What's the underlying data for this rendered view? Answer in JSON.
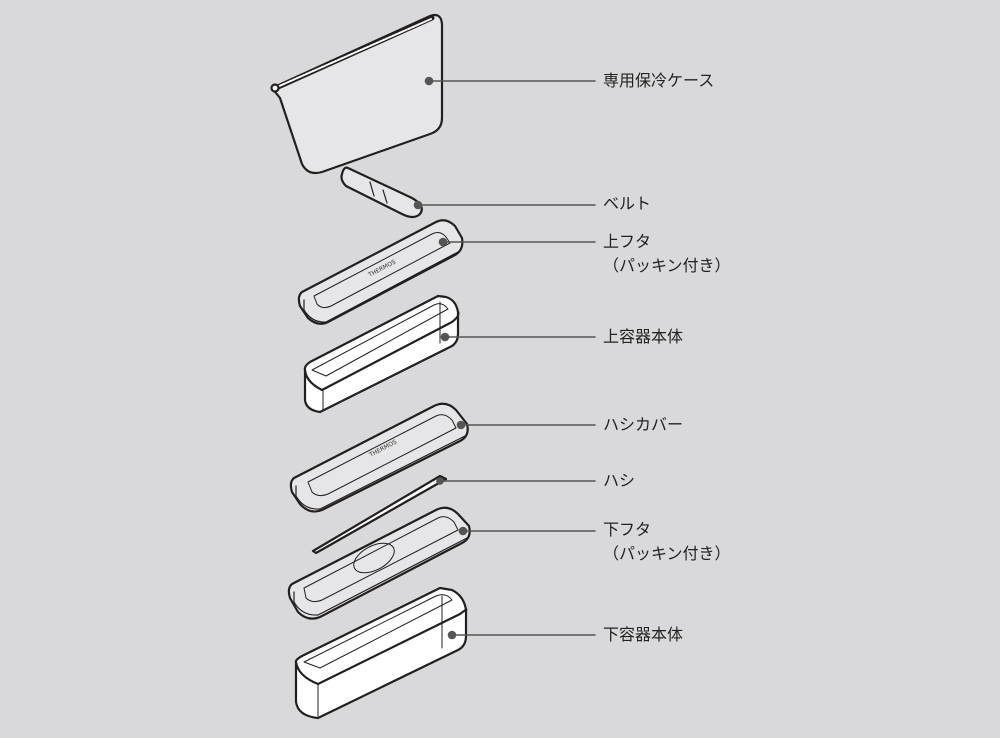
{
  "parts": [
    {
      "label": "専用保冷ケース"
    },
    {
      "label": "ベルト"
    },
    {
      "label": "上フタ",
      "sub": "（パッキン付き）"
    },
    {
      "label": "上容器本体"
    },
    {
      "label": "ハシカバー"
    },
    {
      "label": "ハシ"
    },
    {
      "label": "下フタ",
      "sub": "（パッキン付き）"
    },
    {
      "label": "下容器本体"
    }
  ],
  "logo": "THERMOS",
  "colors": {
    "background": "#d9d9db",
    "outline": "#231f20",
    "fill": "#e6e6e8",
    "leader": "#555555"
  }
}
